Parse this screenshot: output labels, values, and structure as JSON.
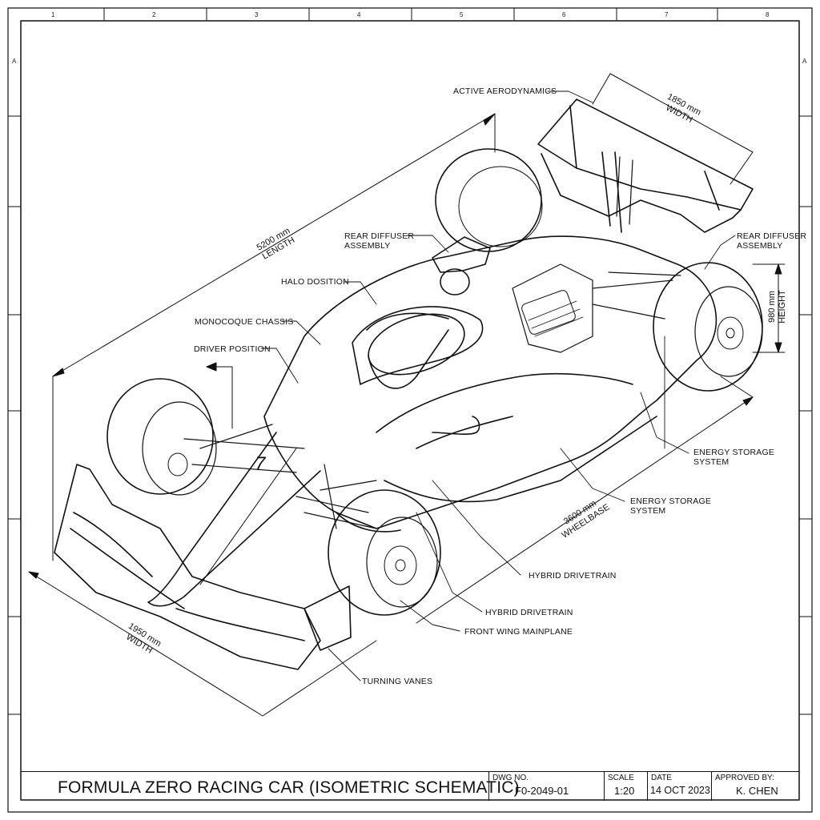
{
  "grid": {
    "columns": [
      "1",
      "2",
      "3",
      "4",
      "5",
      "6",
      "7",
      "8"
    ],
    "rows": [
      "A"
    ]
  },
  "callouts": {
    "active_aero": "ACTIVE AERODYNAMICS",
    "rear_diffuser_left": "REAR DIFFUSER\nASSEMBLY",
    "rear_diffuser_right": "REAR DIFFUSER\nASSEMBLY",
    "halo": "HALO DOSITION",
    "monocoque": "MONOCOQUE CHASSIS",
    "driver": "DRIVER POSITION",
    "energy_1": "ENERGY STORAGE\nSYSTEM",
    "energy_2": "ENERGY STORAGE\nSYSTEM",
    "hybrid_1": "HYBRID DRIVETRAIN",
    "hybrid_2": "HYBRID DRIVETRAIN",
    "front_wing": "FRONT WING MAINPLANE",
    "turning_vanes": "TURNING VANES"
  },
  "dimensions": {
    "length": "5200 mm\nLENGTH",
    "rear_width": "1850 mm\nWIDTH",
    "height": "980 mm\nHEIGHT",
    "wheelbase": "3600 mm\nWHEELBASE",
    "front_width": "1950 mm\nWIDTH"
  },
  "title_block": {
    "title": "FORMULA ZERO RACING CAR (ISOMETRIC SCHEMATIC)",
    "dwg_label": "DWG NO.",
    "dwg_value": "F0-2049-01",
    "scale_label": "SCALE",
    "scale_value": "1:20",
    "date_label": "DATE",
    "date_value": "14 OCT 2023",
    "approved_label": "APPROVED BY:",
    "approved_value": "K. CHEN"
  },
  "car_number": "7"
}
